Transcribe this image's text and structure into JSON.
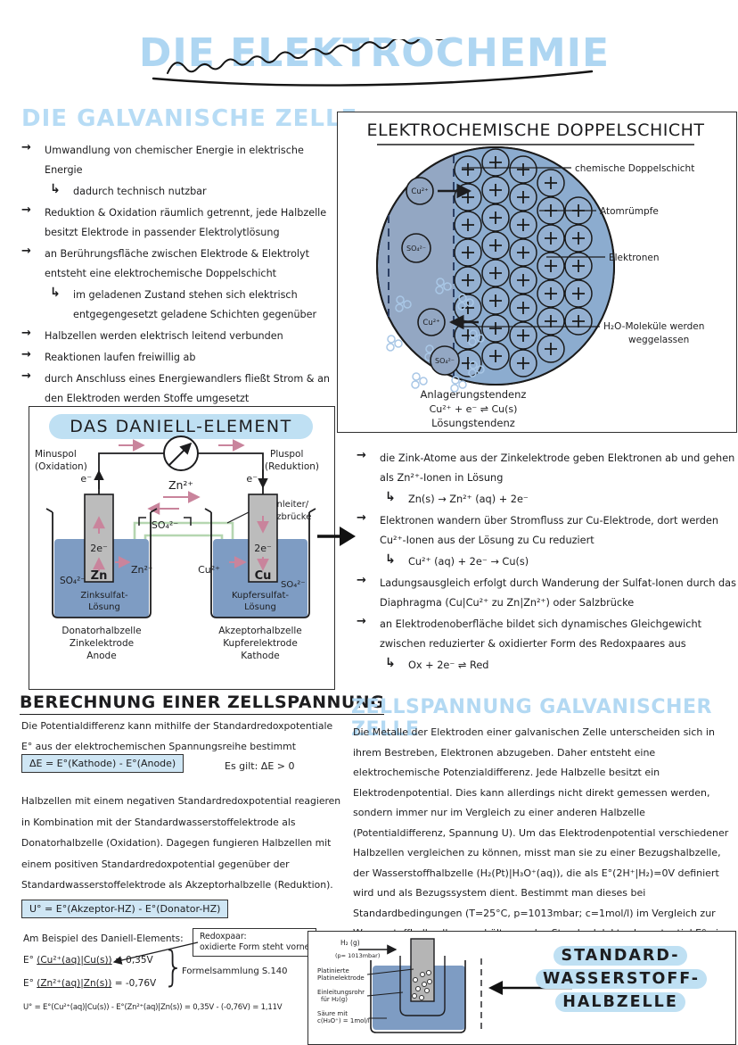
{
  "page": {
    "title": "DIE ELEKTROCHEMIE"
  },
  "icons": {
    "bullet": "→",
    "sub": "↳"
  },
  "colors": {
    "heading_blue": "#b7dcf5",
    "pill_blue": "#bfe0f3",
    "formula_bg": "#cfe6f4",
    "circle_fill": "#93a7c3",
    "circle_fill_right": "#8caccf",
    "solution_blue": "#7e9cc3",
    "water_molecule_blue": "#a9c7e6",
    "pink": "#c9849c",
    "salt_bridge_green": "#b5d6b0",
    "label_blue": "#3a7cc4",
    "ink": "#1d1d1f"
  },
  "galvanische": {
    "heading": "DIE GALVANISCHE ZELLE",
    "items": [
      {
        "type": "arrow",
        "text": "Umwandlung von chemischer Energie in elektrische Energie"
      },
      {
        "type": "sub",
        "text": "dadurch technisch nutzbar"
      },
      {
        "type": "arrow",
        "text": "Reduktion & Oxidation räumlich getrennt, jede Halbzelle besitzt Elektrode in passender Elektrolytlösung"
      },
      {
        "type": "arrow",
        "text": "an Berührungsfläche zwischen Elektrode & Elektrolyt entsteht eine elektrochemische Doppelschicht"
      },
      {
        "type": "sub",
        "text": "im geladenen Zustand stehen sich elektrisch entgegengesetzt geladene Schichten gegenüber"
      },
      {
        "type": "arrow",
        "text": "Halbzellen werden elektrisch leitend verbunden"
      },
      {
        "type": "arrow",
        "text": "Reaktionen laufen freiwillig ab"
      },
      {
        "type": "arrow",
        "text": "durch Anschluss eines Energiewandlers fließt Strom & an den Elektroden werden Stoffe umgesetzt"
      }
    ]
  },
  "doppelschicht": {
    "title": "ELEKTROCHEMISCHE DOPPELSCHICHT",
    "label_chemische": "chemische Doppelschicht",
    "label_atomruempfe": "Atomrümpfe",
    "label_elektronen": "Elektronen",
    "label_h2o_1": "H₂O-Moleküle werden",
    "label_h2o_2": "weggelassen",
    "ion_cu": "Cu²⁺",
    "ion_so4": "SO₄²⁻",
    "anlagerung": "Anlagerungstendenz",
    "equation": "Cu²⁺ + e⁻ ⇌ Cu(s)",
    "loesung": "Lösungstendenz"
  },
  "daniell": {
    "title": "DAS DANIELL-ELEMENT",
    "minuspol": "Minuspol",
    "minuspol2": "(Oxidation)",
    "pluspol": "Pluspol",
    "pluspol2": "(Reduktion)",
    "e_label": "e⁻",
    "zn_ion": "Zn²⁺",
    "so4_mid": "SO₄²⁻",
    "two_e": "2e⁻",
    "ionenleiter": "Ionenleiter/",
    "salzbruecke": "Salzbrücke",
    "left_so4": "SO₄²⁻",
    "left_metal": "Zn",
    "left_ion": "Zn²⁺",
    "left_sol1": "Zinksulfat-",
    "left_sol2": "Lösung",
    "left_cap1": "Donatorhalbzelle",
    "left_cap2": "Zinkelektrode",
    "left_cap3": "Anode",
    "right_ion": "Cu²⁺",
    "right_metal": "Cu",
    "right_so4": "SO₄²⁻",
    "right_sol1": "Kupfersulfat-",
    "right_sol2": "Lösung",
    "right_cap1": "Akzeptorhalbzelle",
    "right_cap2": "Kupferelektrode",
    "right_cap3": "Kathode"
  },
  "daniell_notes": {
    "items": [
      {
        "type": "arrow",
        "text": "die Zink-Atome aus der Zinkelektrode geben Elektronen ab und gehen als Zn²⁺-Ionen in Lösung"
      },
      {
        "type": "sub",
        "text": "Zn(s)  →  Zn²⁺ (aq) + 2e⁻"
      },
      {
        "type": "arrow",
        "text": "Elektronen wandern über Stromfluss zur Cu-Elektrode, dort werden Cu²⁺-Ionen aus der Lösung zu Cu reduziert"
      },
      {
        "type": "sub",
        "text": "Cu²⁺ (aq) + 2e⁻  →  Cu(s)"
      },
      {
        "type": "arrow",
        "text": "Ladungsausgleich erfolgt durch Wanderung der Sulfat-Ionen durch das Diaphragma (Cu|Cu²⁺ zu Zn|Zn²⁺) oder Salzbrücke"
      },
      {
        "type": "arrow",
        "text": "an Elektrodenoberfläche bildet sich dynamisches Gleichgewicht zwischen reduzierter & oxidierter Form des Redoxpaares aus"
      },
      {
        "type": "sub",
        "text": "Ox + 2e⁻  ⇌  Red"
      }
    ]
  },
  "berechnung": {
    "heading": "BERECHNUNG EINER ZELLSPANNUNG",
    "p1": "Die Potentialdifferenz kann mithilfe der Standardredoxpotentiale E° aus der elektrochemischen Spannungsreihe bestimmt werden.",
    "formula1": "ΔE = E°(Kathode) - E°(Anode)",
    "es_gilt": "Es gilt:  ΔE > 0",
    "p2": "Halbzellen mit einem negativen Standardredoxpotential reagieren in Kombination mit der Standardwasserstoffelektrode als Donatorhalbzelle (Oxidation). Dagegen fungieren Halbzellen mit einem positiven Standardredoxpotential gegenüber der Standardwasserstoffelektrode als Akzeptorhalbzelle (Reduktion).",
    "formula2": "U° =  E°(Akzeptor-HZ) - E°(Donator-HZ)",
    "example_intro": "Am Beispiel des Daniell-Elements:",
    "redox1": "Redoxpaar:",
    "redox2": "oxidierte Form steht vorne",
    "e1_prefix": "E°",
    "e1_pair": "(Cu²⁺(aq)|Cu(s))",
    "e1_val": "= 0,35V",
    "e2_prefix": "E°",
    "e2_pair": "(Zn²⁺(aq)|Zn(s))",
    "e2_val": "= -0,76V",
    "brace_glyph": "}",
    "brace_note": "Formelsammlung  S.140",
    "result": "U° = E°(Cu²⁺(aq)|Cu(s)) - E°(Zn²⁺(aq)|Zn(s)) = 0,35V - (-0,76V) = 1,11V"
  },
  "zellspannung": {
    "heading": "ZELLSPANNUNG GALVANISCHER ZELLE",
    "paragraph": "Die Metalle der Elektroden einer galvanischen Zelle unterscheiden sich in ihrem Bestreben, Elektronen abzugeben. Daher entsteht eine elektrochemische Potenzialdifferenz. Jede Halbzelle besitzt ein Elektrodenpotential. Dies kann allerdings nicht direkt gemessen werden, sondern immer nur im Vergleich zu einer anderen Halbzelle (Potentialdifferenz, Spannung U). Um das Elektrodenpotential verschiedener Halbzellen vergleichen zu können, misst man sie zu einer Bezugshalbzelle, der Wasserstoffhalbzelle (H₂(Pt)|H₃O⁺(aq)), die als E°(2H⁺|H₂)=0V definiert wird und als Bezugssystem dient. Bestimmt man dieses bei Standardbedingungen (T=25°C, p=1013mbar; c=1mol/l) im Vergleich zur Wasserstoffhalbzelle, so erhält man das Standardelektrodenpotential E° einer jeden Halbzelle. (Diese Werte kann man in Tabellen nachlesen.)",
    "hydro": {
      "h2": "H₂ (g)",
      "p": "(p= 1013mbar)",
      "pt1": "Platinierte",
      "pt2": "Platinelektrode",
      "rohr1": "Einleitungsrohr",
      "rohr2": "für H₂(g)",
      "saeure1": "Säure mit",
      "saeure2": "c(H₃O⁺) = 1mol/l",
      "t1": "STANDARD-",
      "t2": "WASSERSTOFF-",
      "t3": "HALBZELLE"
    }
  }
}
